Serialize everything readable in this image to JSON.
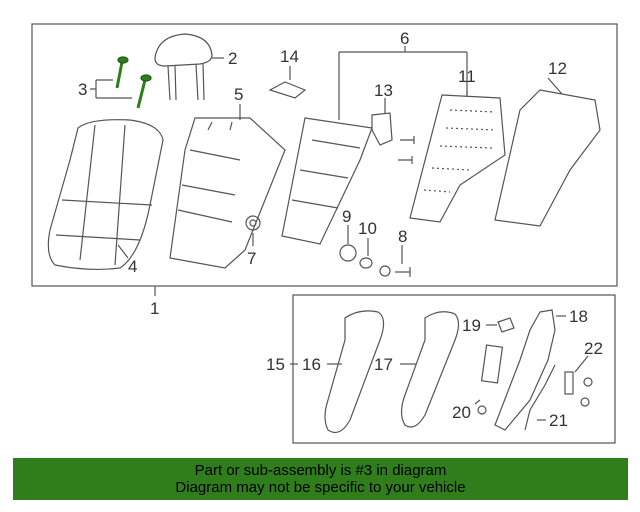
{
  "callouts": {
    "c1": "1",
    "c2": "2",
    "c3": "3",
    "c4": "4",
    "c5": "5",
    "c6": "6",
    "c7": "7",
    "c8": "8",
    "c9": "9",
    "c10": "10",
    "c11": "11",
    "c12": "12",
    "c13": "13",
    "c14": "14",
    "c15": "15",
    "c16": "16",
    "c17": "17",
    "c18": "18",
    "c19": "19",
    "c20": "20",
    "c21": "21",
    "c22": "22"
  },
  "colors": {
    "highlight": "#2f7d1b",
    "line": "#555555",
    "banner_bg": "#2f7d1b"
  },
  "banner": {
    "line1": "Part or sub-assembly is #3 in diagram",
    "line2": "Diagram may not be specific to your vehicle"
  }
}
